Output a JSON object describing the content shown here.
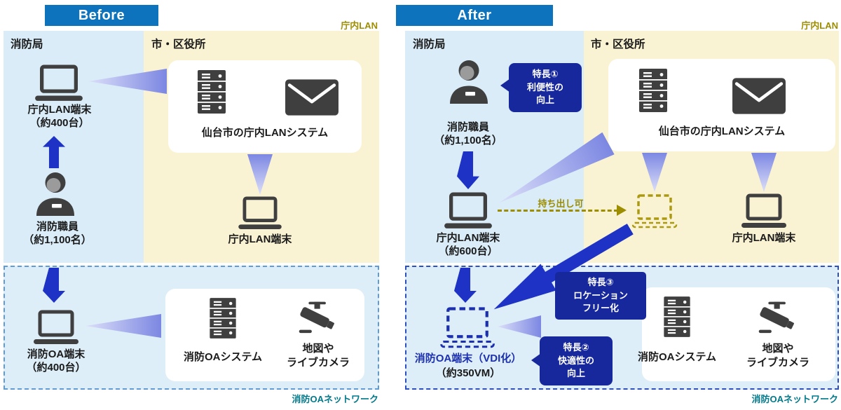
{
  "colors": {
    "header_blue": "#0d73bd",
    "zone_blue": "#d9ecf8",
    "zone_yellow": "#faf3d3",
    "oa_zone_bg": "#ddeef8",
    "arrow_blue": "#1e33c5",
    "callout_navy": "#17289c",
    "olive": "#9d8d00",
    "teal": "#00798a",
    "icon_dark": "#3f3f3f",
    "beam_light": "#dcdff9",
    "beam_dark": "#7c87e2",
    "vdi_blue": "#1c2fae",
    "before_dash": "#5f9bd6",
    "after_dash": "#2e4fc0"
  },
  "icons": {
    "laptop": "laptop-icon",
    "laptop_dashed": "dashed-laptop-icon",
    "person": "person-icon",
    "server": "server-rack-icon",
    "mail": "mail-icon",
    "camera": "cctv-camera-icon",
    "beam": "gradient-beam-connector",
    "block_arrow": "solid-blue-block-arrow"
  },
  "before": {
    "header": "Before",
    "lan_zone": "庁内LAN",
    "bureau_title": "消防局",
    "lan_terminal": "庁内LAN端末",
    "lan_terminal_count": "（約400台）",
    "staff": "消防職員",
    "staff_count": "（約1,100名）",
    "office_title": "市・区役所",
    "lan_system": "仙台市の庁内LANシステム",
    "office_terminal": "庁内LAN端末",
    "oa_terminal": "消防OA端末",
    "oa_terminal_count": "（約400台）",
    "oa_system": "消防OAシステム",
    "map_camera": "地図や\nライブカメラ",
    "oa_network": "消防OAネットワーク"
  },
  "after": {
    "header": "After",
    "lan_zone": "庁内LAN",
    "bureau_title": "消防局",
    "staff": "消防職員",
    "staff_count": "（約1,100名）",
    "feature1": "特長①\n利便性の\n向上",
    "lan_terminal": "庁内LAN端末",
    "lan_terminal_count": "（約600台）",
    "office_title": "市・区役所",
    "lan_system": "仙台市の庁内LANシステム",
    "takeout": "持ち出し可",
    "office_terminal": "庁内LAN端末",
    "vdi_terminal": "消防OA端末（VDI化）",
    "vdi_count": "（約350VM）",
    "feature3": "特長③\nロケーション\nフリー化",
    "feature2": "特長②\n快適性の\n向上",
    "oa_system": "消防OAシステム",
    "map_camera": "地図や\nライブカメラ",
    "oa_network": "消防OAネットワーク"
  }
}
